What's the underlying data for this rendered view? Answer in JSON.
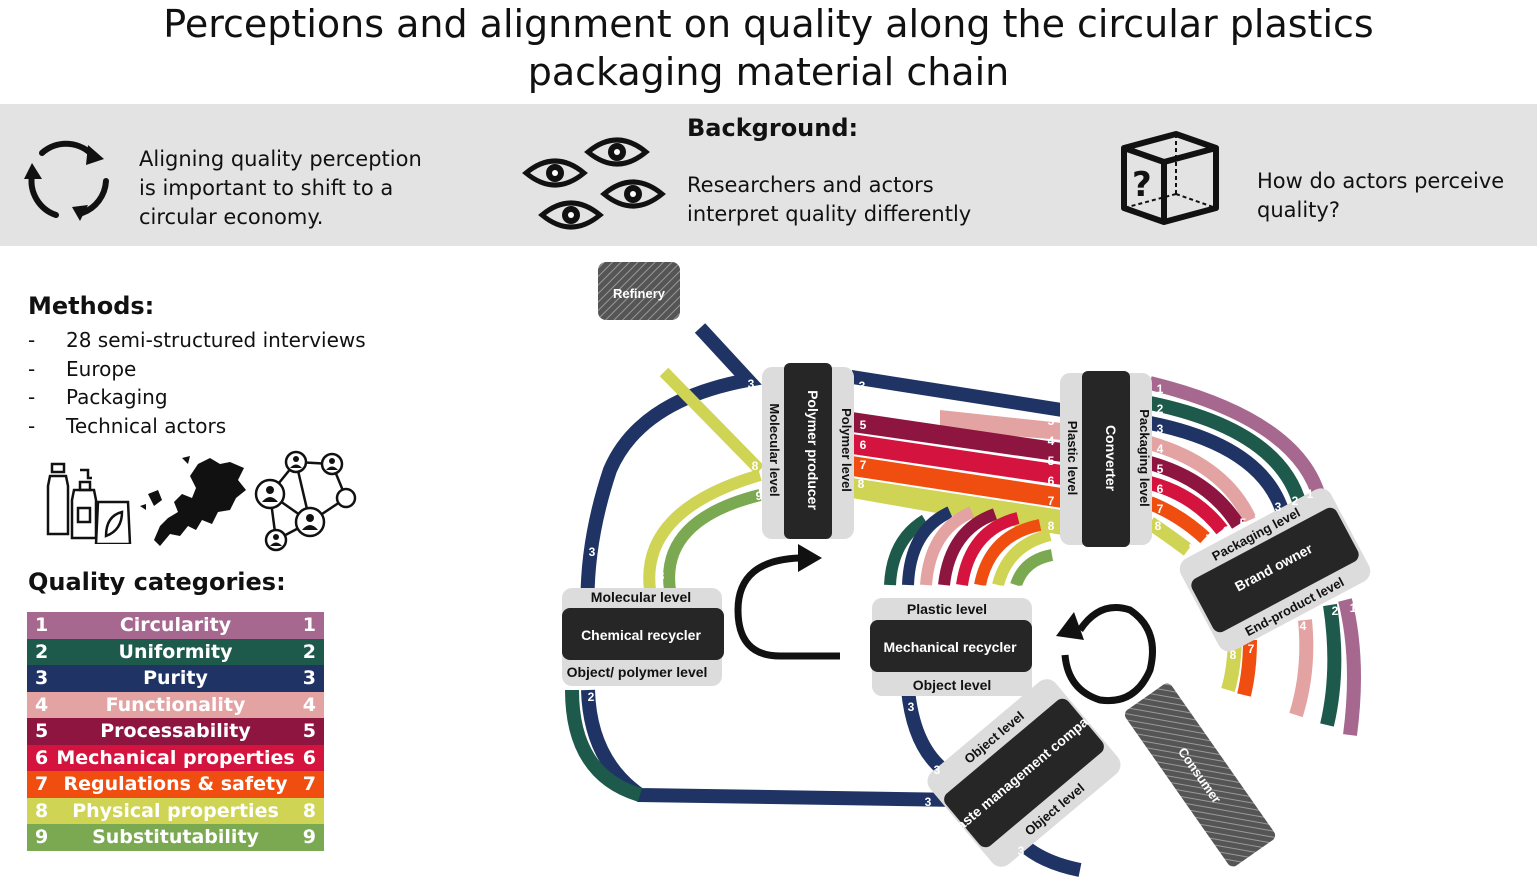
{
  "title_line1": "Perceptions and alignment on quality along the circular plastics",
  "title_line2": "packaging material chain",
  "background": {
    "heading": "Background:",
    "left_line1": "Aligning quality perception",
    "left_line2": "is important to shift to a",
    "left_line3": "circular economy.",
    "mid_line1": "Researchers and actors",
    "mid_line2": "interpret quality differently",
    "right_line1": "How do actors perceive",
    "right_line2": "quality?"
  },
  "methods": {
    "heading": "Methods:",
    "items": [
      "28 semi-structured interviews",
      "Europe",
      "Packaging",
      "Technical actors"
    ]
  },
  "quality": {
    "heading": "Quality categories:",
    "categories": [
      {
        "num": "1",
        "label": "Circularity",
        "color": "#a7688f"
      },
      {
        "num": "2",
        "label": "Uniformity",
        "color": "#1d5a4b"
      },
      {
        "num": "3",
        "label": "Purity",
        "color": "#1f3465"
      },
      {
        "num": "4",
        "label": "Functionality",
        "color": "#e4a3a3"
      },
      {
        "num": "5",
        "label": "Processability",
        "color": "#8e1540"
      },
      {
        "num": "6",
        "label": "Mechanical properties",
        "color": "#d4143f"
      },
      {
        "num": "7",
        "label": "Regulations & safety",
        "color": "#f04d10"
      },
      {
        "num": "8",
        "label": "Physical properties",
        "color": "#cfd454"
      },
      {
        "num": "9",
        "label": "Substitutability",
        "color": "#7ba952"
      }
    ]
  },
  "diagram": {
    "refinery": "Refinery",
    "consumer": "Consumer",
    "polymer_producer": "Polymer producer",
    "molecular_level": "Molecular level",
    "polymer_level": "Polymer level",
    "converter": "Converter",
    "plastic_level": "Plastic level",
    "packaging_level": "Packaging level",
    "brand_owner": "Brand owner",
    "end_product_level": "End-product level",
    "chem_recycler": "Chemical recycler",
    "chem_top": "Molecular level",
    "chem_bottom": "Object/ polymer level",
    "mech_recycler": "Mechanical recycler",
    "mech_top": "Plastic level",
    "mech_bottom": "Object level",
    "waste_company": "Waste management company",
    "waste_top": "Object level",
    "waste_bottom": "Object level"
  }
}
